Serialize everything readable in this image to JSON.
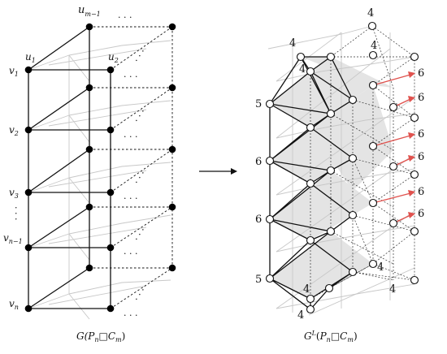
{
  "left_graph": {
    "caption": {
      "g": "G(",
      "p": "P",
      "n": "n",
      "box": "□",
      "c": "C",
      "m": "m",
      "close": ")"
    },
    "labels": {
      "u_m1": {
        "base": "u",
        "sub": "m−1"
      },
      "u1": {
        "base": "u",
        "sub": "1"
      },
      "u2": {
        "base": "u",
        "sub": "2"
      },
      "v1": {
        "base": "v",
        "sub": "1"
      },
      "v2": {
        "base": "v",
        "sub": "2"
      },
      "v3": {
        "base": "v",
        "sub": "3"
      },
      "vn1": {
        "base": "v",
        "sub": "n−1"
      },
      "vn": {
        "base": "v",
        "sub": "n"
      }
    },
    "ellipsis": "· · ·"
  },
  "right_graph": {
    "caption": {
      "g": "G",
      "sup": "L",
      "open": "(",
      "p": "P",
      "n": "n",
      "box": "□",
      "c": "C",
      "m": "m",
      "close": ")"
    },
    "degree_labels": {
      "top": "4",
      "top_left": "4",
      "top_right": "4",
      "upper_left": "4",
      "left1": "5",
      "left2": "6",
      "left3": "6",
      "left4": "5",
      "bottom_right1": "4",
      "bottom_right2": "4",
      "bottom1": "4",
      "bottom2": "4"
    },
    "arrow_labels": [
      "6",
      "6",
      "6",
      "6",
      "6",
      "6"
    ]
  },
  "colors": {
    "arrow": "#e0524e",
    "background_edges": "#c8c8c8",
    "shade": "#e4e4e4"
  }
}
